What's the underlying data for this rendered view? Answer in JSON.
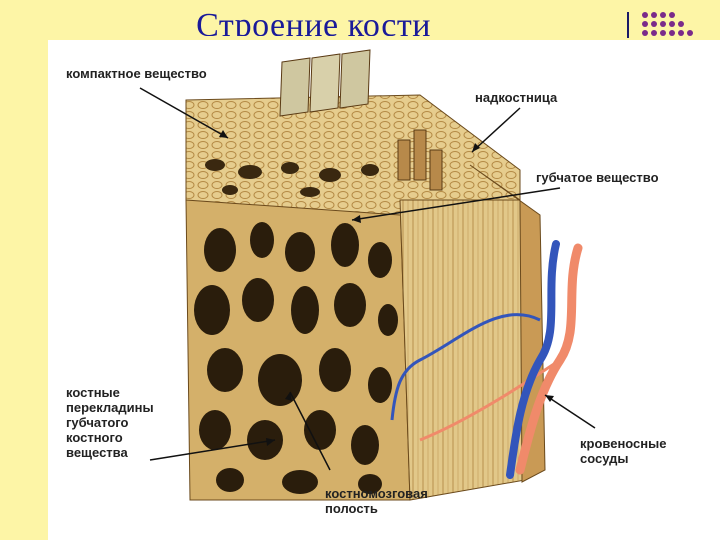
{
  "title": "Строение кости",
  "labels": {
    "compact": "компактное вещество",
    "periosteum": "надкостница",
    "spongy": "губчатое вещество",
    "trabeculae": "костные\nперекладины\nгубчатого\nкостного\nвещества",
    "marrow": "костномозговая\nполость",
    "vessels": "кровеносные\nсосуды"
  },
  "colors": {
    "background": "#fdf5a6",
    "title": "#1a1a99",
    "accent_dots": "#7a2a8a",
    "artery": "#f08a6a",
    "vein": "#3355bb",
    "bone": "#d9b873",
    "bone_dark": "#2a1d0c"
  }
}
